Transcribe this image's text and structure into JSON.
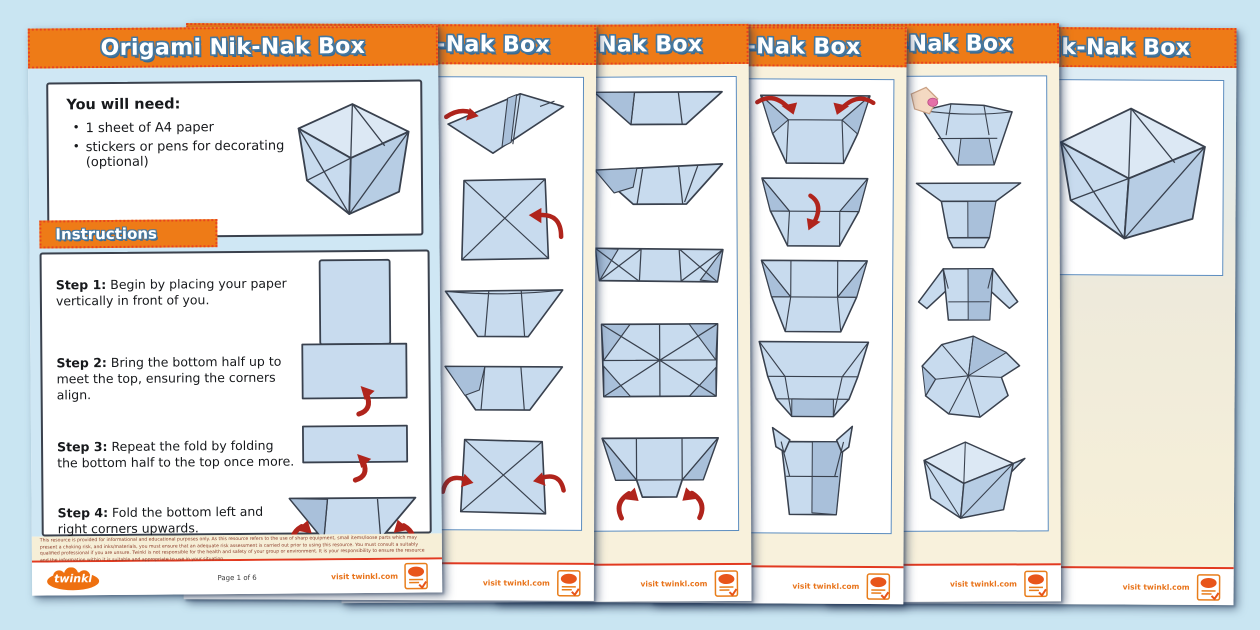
{
  "document": {
    "title": "Origami Nik-Nak Box",
    "brand": "twinkl",
    "visit_label": "visit twinkl.com",
    "page_indicator": "Page 1 of 6"
  },
  "materials": {
    "heading": "You will need:",
    "items": [
      "1 sheet of A4 paper",
      "stickers or pens for decorating (optional)"
    ]
  },
  "instructions": {
    "heading": "Instructions",
    "steps": [
      {
        "label": "Step 1:",
        "text": "Begin by placing your paper vertically in front of you."
      },
      {
        "label": "Step 2:",
        "text": "Bring the bottom half up to meet the top, ensuring the corners align."
      },
      {
        "label": "Step 3:",
        "text": "Repeat the fold by folding the bottom half to the top once more."
      },
      {
        "label": "Step 4:",
        "text": "Fold the bottom left and right corners upwards."
      }
    ]
  },
  "disclaimer": "This resource is provided for informational and educational purposes only. As this resource refers to the use of sharp equipment, small items/loose parts which may present a choking risk, and inks/materials, you must ensure that an adequate risk assessment is carried out prior to using this resource. You must consult a suitably qualified professional if you are unsure. Twinkl is not responsible for the health and safety of your group or environment. It is your responsibility to ensure the resource and the information within it is suitable and appropriate to use in your situation.",
  "colors": {
    "background": "#c9e5f2",
    "banner_orange": "#ee7b17",
    "banner_border_red": "#e8441e",
    "title_outline_blue": "#44779f",
    "paper_blue": "#c8dbee",
    "arrow_red": "#b0241c",
    "footer_line_red": "#e23a20",
    "page_cream": "#f8f1dc",
    "frame_border_blue": "#5b8cbe"
  }
}
